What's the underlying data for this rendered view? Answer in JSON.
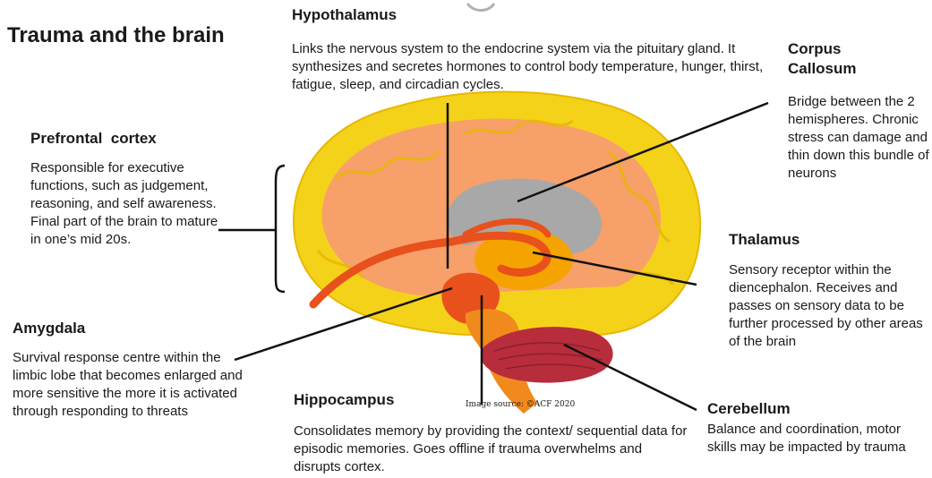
{
  "title": "Trauma and the brain",
  "image_source": "Image source: ©ACF 2020",
  "regions": {
    "hypothalamus": {
      "name": "Hypothalamus",
      "desc": "Links the nervous system to the endocrine system via the pituitary gland. It synthesizes and secretes hormones to control body temperature, hunger, thirst, fatigue, sleep, and circadian cycles."
    },
    "corpus_callosum": {
      "name": "Corpus Callosum",
      "desc": "Bridge between the 2 hemispheres. Chronic stress can damage and thin down this bundle of neurons"
    },
    "prefrontal_cortex": {
      "name": "Prefrontal  cortex",
      "desc": "Responsible for executive functions, such as judgement, reasoning, and self awareness. Final part of the brain to mature in one’s mid 20s."
    },
    "thalamus": {
      "name": "Thalamus",
      "desc": "Sensory receptor within the diencephalon. Receives and passes on sensory data to be further processed by other areas of the brain"
    },
    "amygdala": {
      "name": "Amygdala",
      "desc": "Survival response centre within the limbic lobe that becomes enlarged and more sensitive the more it is activated through responding to threats"
    },
    "hippocampus": {
      "name": "Hippocampus",
      "desc": "Consolidates memory by providing the context/ sequential data for episodic memories. Goes offline if trauma overwhelms and disrupts cortex."
    },
    "cerebellum": {
      "name": "Cerebellum",
      "desc": "Balance and coordination, motor skills may be impacted by trauma"
    }
  },
  "colors": {
    "cortex_outer": "#f5d21a",
    "cortex_inner": "#f7a06a",
    "corpus_callosum": "#a8a8a8",
    "thalamus": "#f5a300",
    "limbic": "#e8501c",
    "brainstem": "#f08a1c",
    "cerebellum": "#b82d3c",
    "leader_line": "#111111"
  }
}
